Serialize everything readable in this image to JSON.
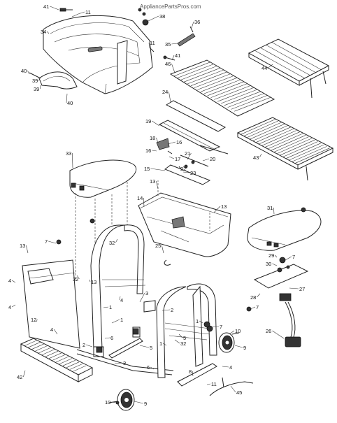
{
  "watermark": "AppliancePartsPros.com",
  "callouts": {
    "c41a": "41",
    "c11a": "11",
    "c34": "34",
    "c39a": "39",
    "c38": "38",
    "c36": "36",
    "c35": "35",
    "c11b": "11",
    "c41b": "41",
    "c46": "46",
    "c44": "44",
    "c40a": "40",
    "c39b": "39",
    "c40b": "40",
    "c24": "24",
    "c19": "19",
    "c18": "18",
    "c16": "16",
    "c16b": "16",
    "c17": "17",
    "c21": "21",
    "c20": "20",
    "c22": "22",
    "c23": "23",
    "c43": "43",
    "c33": "33",
    "c15": "15",
    "c14": "14",
    "c13a": "13",
    "c13b": "13",
    "c31": "31",
    "c7a": "7",
    "c32a": "32",
    "c25": "25",
    "c13c": "13",
    "c32b": "32",
    "c13d": "13",
    "c4a": "4",
    "c4b": "4",
    "c12": "12",
    "c1a": "1",
    "c3a": "3",
    "c29": "29",
    "c30": "30",
    "c7b": "7",
    "c27": "27",
    "c28": "28",
    "c7c": "7",
    "c2a": "2",
    "c5a": "5",
    "c6a": "6",
    "c4c": "4",
    "c1b": "1",
    "c32c": "32",
    "c10a": "10",
    "c9a": "9",
    "c26": "26",
    "c42": "42",
    "c3b": "3",
    "c6b": "6",
    "c8": "8",
    "c4d": "4",
    "c11c": "11",
    "c45": "45",
    "c10b": "10",
    "c9b": "9",
    "c1c": "1",
    "c1d": "1",
    "c5b": "5",
    "c2b": "2",
    "c4e": "4",
    "c7d": "7"
  }
}
